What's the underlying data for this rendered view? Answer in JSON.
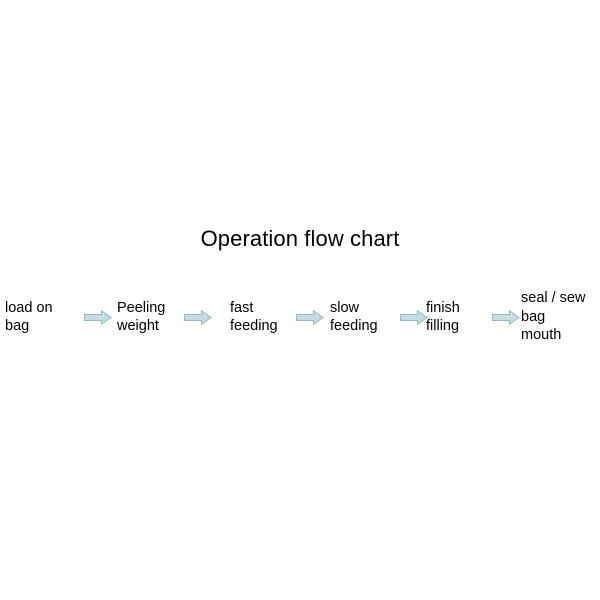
{
  "figure": {
    "title": "Operation flow chart",
    "background_color": "#ffffff",
    "text_color": "#000000",
    "arrow_fill_color": "#c5dde2",
    "arrow_stroke_color": "#8fbcc6"
  },
  "chart_data": {
    "type": "diagram",
    "diagram_type": "linear-process-flow",
    "title": "Operation flow chart",
    "orientation": "horizontal",
    "connector": "block-arrow",
    "node_count": 6,
    "arrow_count": 5,
    "nodes": [
      {
        "index": 1,
        "label": "load on\nbag",
        "lines": [
          "load on",
          "bag"
        ]
      },
      {
        "index": 2,
        "label": "Peeling\nweight",
        "lines": [
          "Peeling",
          "weight"
        ]
      },
      {
        "index": 3,
        "label": "fast\nfeeding",
        "lines": [
          "fast",
          "feeding"
        ]
      },
      {
        "index": 4,
        "label": "slow\nfeeding",
        "lines": [
          "slow",
          "feeding"
        ]
      },
      {
        "index": 5,
        "label": "finish\nfilling",
        "lines": [
          "finish",
          "filling"
        ]
      },
      {
        "index": 6,
        "label": "seal / sew\nbag\nmouth",
        "lines": [
          "seal / sew",
          "bag",
          "mouth"
        ]
      }
    ],
    "edges": [
      {
        "from": "load on bag",
        "to": "Peeling weight"
      },
      {
        "from": "Peeling weight",
        "to": "fast feeding"
      },
      {
        "from": "fast feeding",
        "to": "slow feeding"
      },
      {
        "from": "slow feeding",
        "to": "finish filling"
      },
      {
        "from": "finish filling",
        "to": "seal / sew bag mouth"
      }
    ]
  },
  "steps": {
    "step1": "load on\nbag",
    "step2": "Peeling\nweight",
    "step3": "fast\nfeeding",
    "step4": "slow\nfeeding",
    "step5": "finish\nfilling",
    "step6": "seal / sew\nbag\nmouth"
  }
}
